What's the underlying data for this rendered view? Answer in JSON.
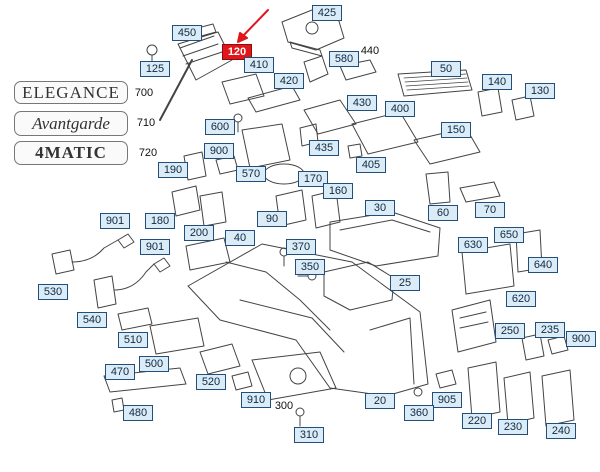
{
  "badges": {
    "elegance": "ELEGANCE",
    "avantgarde": "Avantgarde",
    "fourmatic": "4MATIC"
  },
  "highlight_color": "#e0161b",
  "callout_color": "#dcecf7",
  "callouts": {
    "c425": "425",
    "c450": "450",
    "c120": "120",
    "c125": "125",
    "c410": "410",
    "c440": "440",
    "c580": "580",
    "c50": "50",
    "c140": "140",
    "c130": "130",
    "c700": "700",
    "c710": "710",
    "c720": "720",
    "c420": "420",
    "c430": "430",
    "c400": "400",
    "c600": "600",
    "c150": "150",
    "c435": "435",
    "c405": "405",
    "c900a": "900",
    "c190": "190",
    "c570": "570",
    "c170": "170",
    "c160": "160",
    "c180": "180",
    "c200": "200",
    "c90": "90",
    "c30": "30",
    "c60": "60",
    "c70": "70",
    "c901a": "901",
    "c901b": "901",
    "c40": "40",
    "c370": "370",
    "c650": "650",
    "c630": "630",
    "c640": "640",
    "c350": "350",
    "c25": "25",
    "c620": "620",
    "c530": "530",
    "c540": "540",
    "c510": "510",
    "c500": "500",
    "c250": "250",
    "c235": "235",
    "c900b": "900",
    "c520": "520",
    "c470": "470",
    "c910": "910",
    "c300": "300",
    "c20": "20",
    "c360": "360",
    "c905": "905",
    "c220": "220",
    "c230": "230",
    "c240": "240",
    "c480": "480",
    "c310": "310"
  }
}
